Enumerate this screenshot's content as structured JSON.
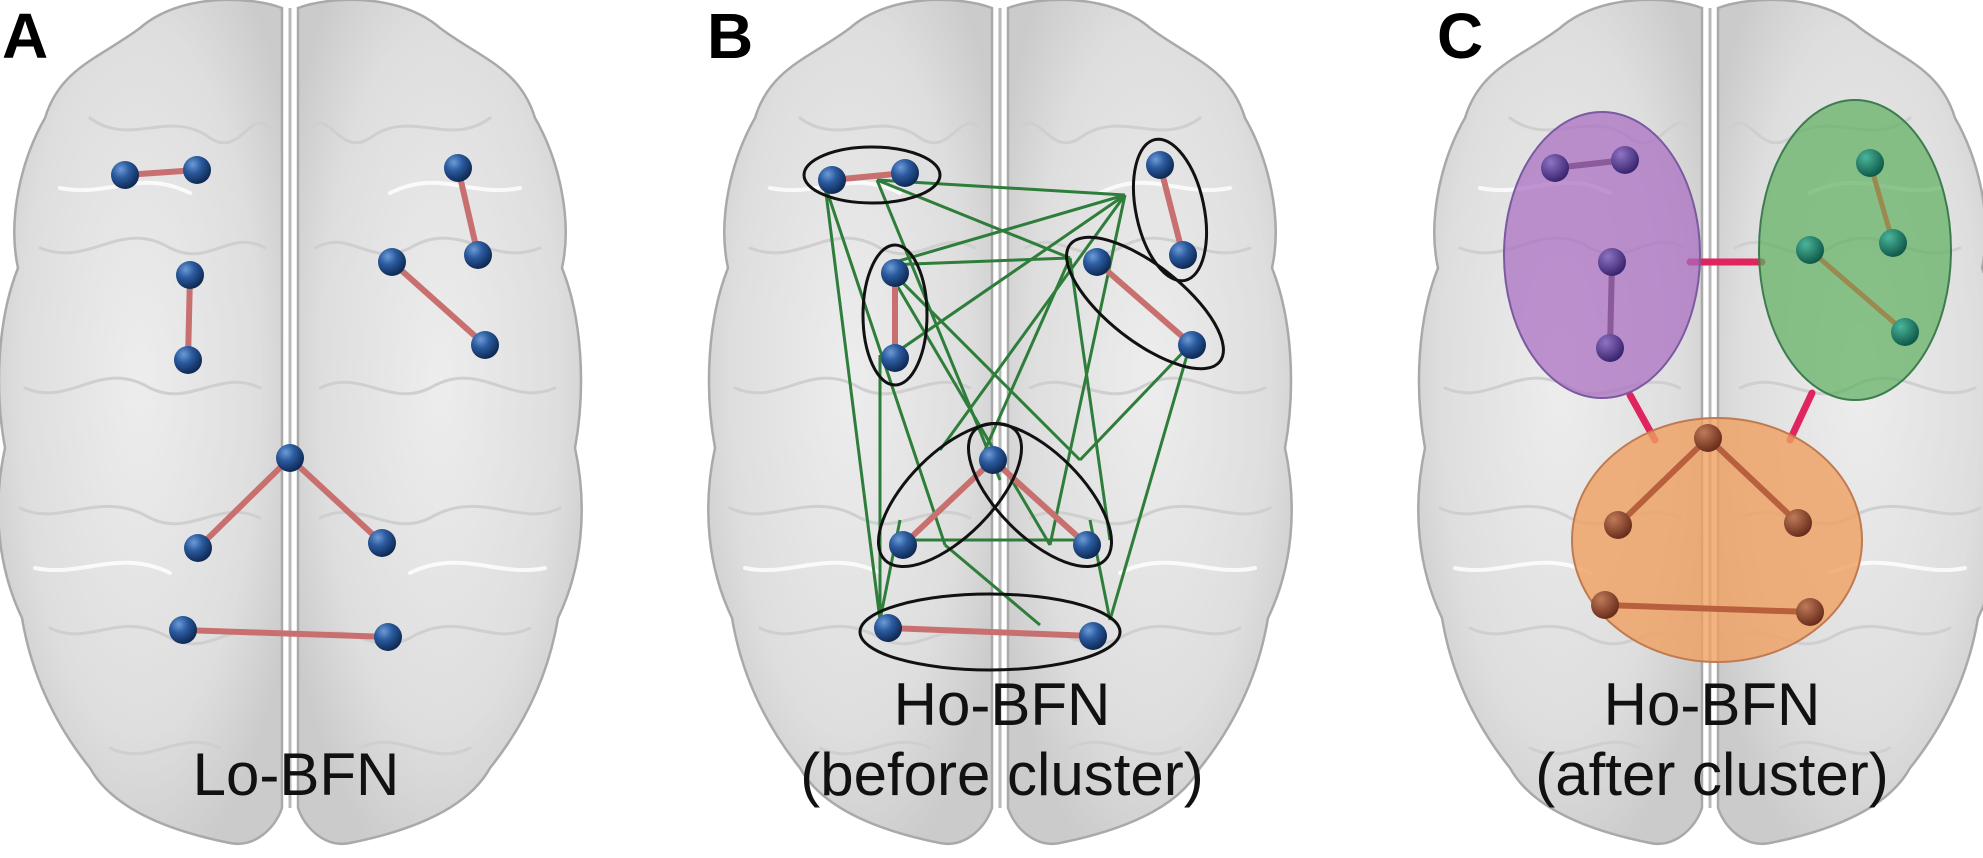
{
  "panels": [
    {
      "id": "A",
      "letter": "A",
      "caption_lines": [
        "Lo-BFN"
      ]
    },
    {
      "id": "B",
      "letter": "B",
      "caption_lines": [
        "Ho-BFN",
        "(before cluster)"
      ]
    },
    {
      "id": "C",
      "letter": "C",
      "caption_lines": [
        "Ho-BFN",
        "(after cluster)"
      ]
    }
  ],
  "colors": {
    "node": "#1f4e8c",
    "low_order_edge": "#c8706f",
    "high_order_edge": "#2e7d3a",
    "ellipse_outline": "#111111",
    "cluster_purple": "#a86cc1",
    "cluster_green": "#5fb060",
    "cluster_orange": "#f0a060",
    "cluster_link": "#e0245e"
  }
}
